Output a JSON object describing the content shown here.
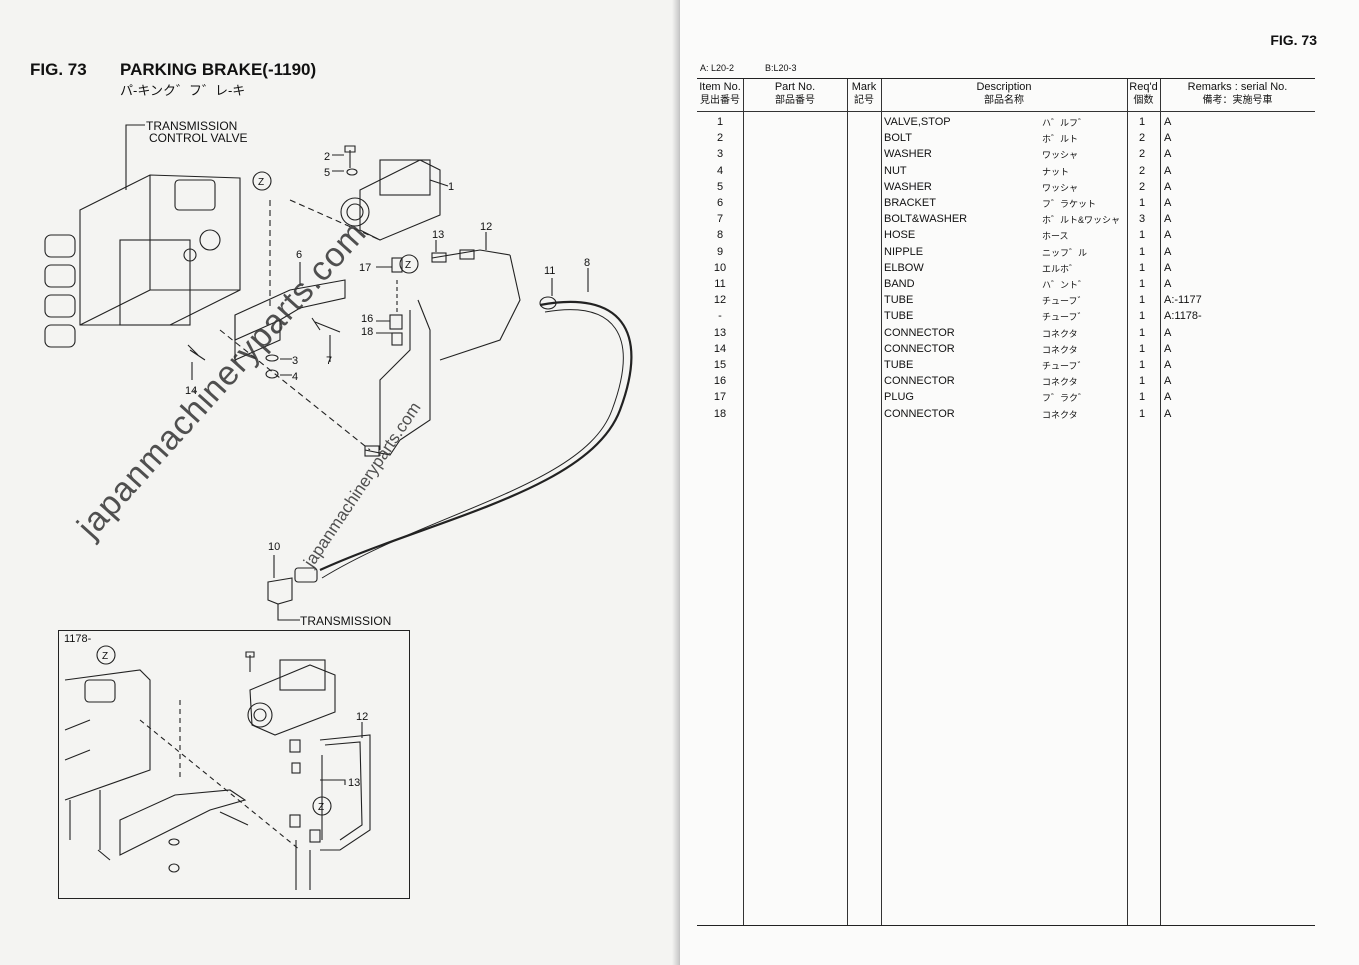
{
  "left_page": {
    "fig_title": "FIG. 73",
    "fig_name": "PARKING BRAKE(-1190)",
    "fig_name_jp": "パ-キンク゛フ゛レ-キ",
    "label_tcv_1": "TRANSMISSION",
    "label_tcv_2": "CONTROL VALVE",
    "label_transmission": "TRANSMISSION",
    "inset_label": "1178-",
    "z_marker": "Z",
    "callouts": [
      "1",
      "2",
      "3",
      "4",
      "5",
      "6",
      "7",
      "8",
      "10",
      "11",
      "12",
      "13",
      "14",
      "16",
      "17",
      "18"
    ],
    "inset_callouts": [
      "12",
      "13"
    ],
    "watermark": "japanmachineryparts.com"
  },
  "right_page": {
    "fig_label": "FIG. 73",
    "header_a": "A: L20-2",
    "header_b": "B:L20-3",
    "columns": [
      {
        "en": "Item No.",
        "jp": "見出番号"
      },
      {
        "en": "Part No.",
        "jp": "部品番号"
      },
      {
        "en": "Mark",
        "jp": "記号"
      },
      {
        "en": "Description",
        "jp": "部品名称"
      },
      {
        "en": "Req'd",
        "jp": "個数"
      },
      {
        "en": "Remarks : serial No.",
        "jp": "備考：実施号車"
      }
    ],
    "rows": [
      {
        "item": "1",
        "desc": "VALVE,STOP",
        "jp": "ハ゛ルフ゛",
        "req": "1",
        "rem": "A"
      },
      {
        "item": "2",
        "desc": "BOLT",
        "jp": "ホ゛ルト",
        "req": "2",
        "rem": "A"
      },
      {
        "item": "3",
        "desc": "WASHER",
        "jp": "ワッシャ",
        "req": "2",
        "rem": "A"
      },
      {
        "item": "4",
        "desc": "NUT",
        "jp": "ナット",
        "req": "2",
        "rem": "A"
      },
      {
        "item": "5",
        "desc": "WASHER",
        "jp": "ワッシャ",
        "req": "2",
        "rem": "A"
      },
      {
        "item": "6",
        "desc": "BRACKET",
        "jp": "フ゛ラケット",
        "req": "1",
        "rem": "A"
      },
      {
        "item": "7",
        "desc": "BOLT&WASHER",
        "jp": "ホ゛ルト&ワッシャ",
        "req": "3",
        "rem": "A"
      },
      {
        "item": "8",
        "desc": "HOSE",
        "jp": "ホース",
        "req": "1",
        "rem": "A"
      },
      {
        "item": "9",
        "desc": "NIPPLE",
        "jp": "ニッフ゛ル",
        "req": "1",
        "rem": "A"
      },
      {
        "item": "10",
        "desc": "ELBOW",
        "jp": "エルホ゛",
        "req": "1",
        "rem": "A"
      },
      {
        "item": "11",
        "desc": "BAND",
        "jp": "ハ゛ント゛",
        "req": "1",
        "rem": "A"
      },
      {
        "item": "12",
        "desc": "TUBE",
        "jp": "チューフ゛",
        "req": "1",
        "rem": "A:-1177"
      },
      {
        "item": "-",
        "desc": "TUBE",
        "jp": "チューフ゛",
        "req": "1",
        "rem": "A:1178-"
      },
      {
        "item": "13",
        "desc": "CONNECTOR",
        "jp": "コネクタ",
        "req": "1",
        "rem": "A"
      },
      {
        "item": "14",
        "desc": "CONNECTOR",
        "jp": "コネクタ",
        "req": "1",
        "rem": "A"
      },
      {
        "item": "15",
        "desc": "TUBE",
        "jp": "チューフ゛",
        "req": "1",
        "rem": "A"
      },
      {
        "item": "16",
        "desc": "CONNECTOR",
        "jp": "コネクタ",
        "req": "1",
        "rem": "A"
      },
      {
        "item": "17",
        "desc": "PLUG",
        "jp": "フ゛ラク゛",
        "req": "1",
        "rem": "A"
      },
      {
        "item": "18",
        "desc": "CONNECTOR",
        "jp": "コネクタ",
        "req": "1",
        "rem": "A"
      }
    ]
  }
}
